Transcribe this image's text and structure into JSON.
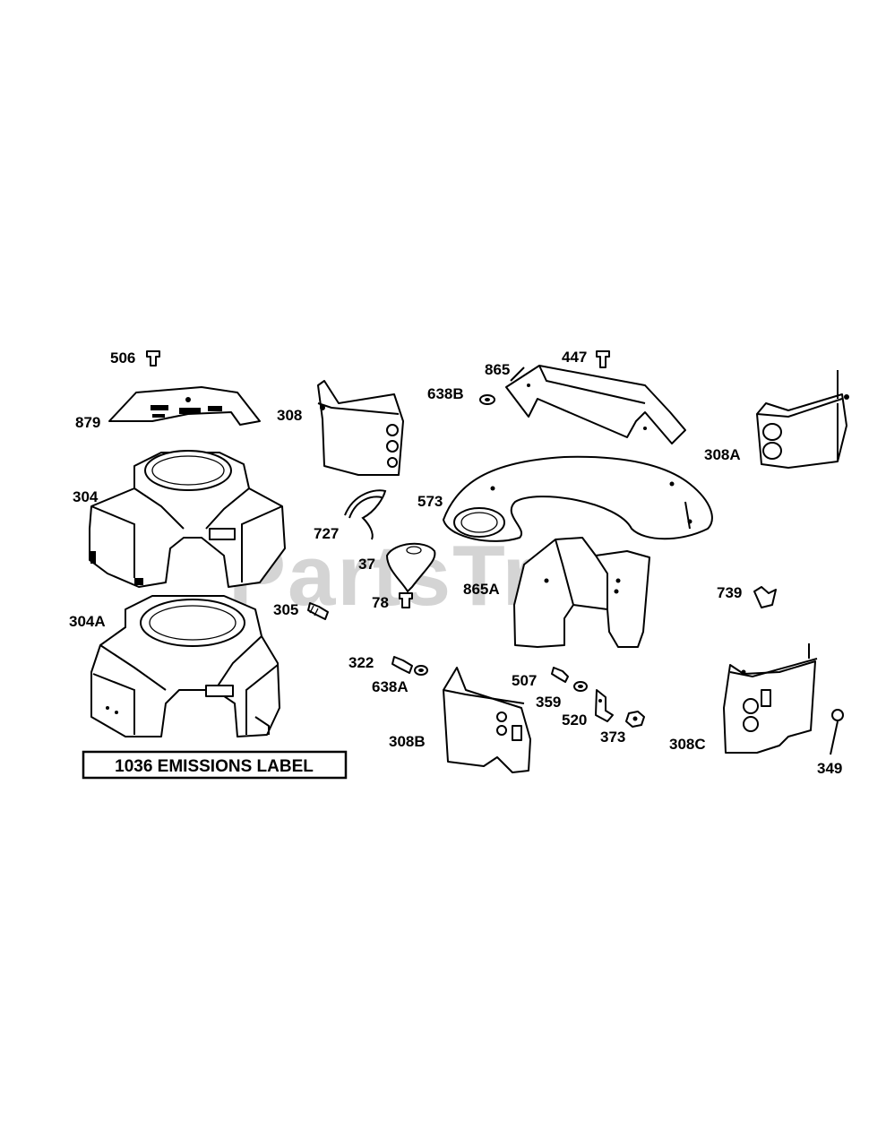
{
  "watermark": "PartsTree",
  "emissions_label": "1036 EMISSIONS LABEL",
  "callouts": {
    "p506": "506",
    "p879": "879",
    "p304": "304",
    "p304A": "304A",
    "p305": "305",
    "p308": "308",
    "p727": "727",
    "p37": "37",
    "p78": "78",
    "p322": "322",
    "p638A": "638A",
    "p308B": "308B",
    "p638B": "638B",
    "p865": "865",
    "p447": "447",
    "p573": "573",
    "p865A": "865A",
    "p507": "507",
    "p359": "359",
    "p520": "520",
    "p373": "373",
    "p308A": "308A",
    "p739": "739",
    "p308C": "308C",
    "p349": "349"
  }
}
